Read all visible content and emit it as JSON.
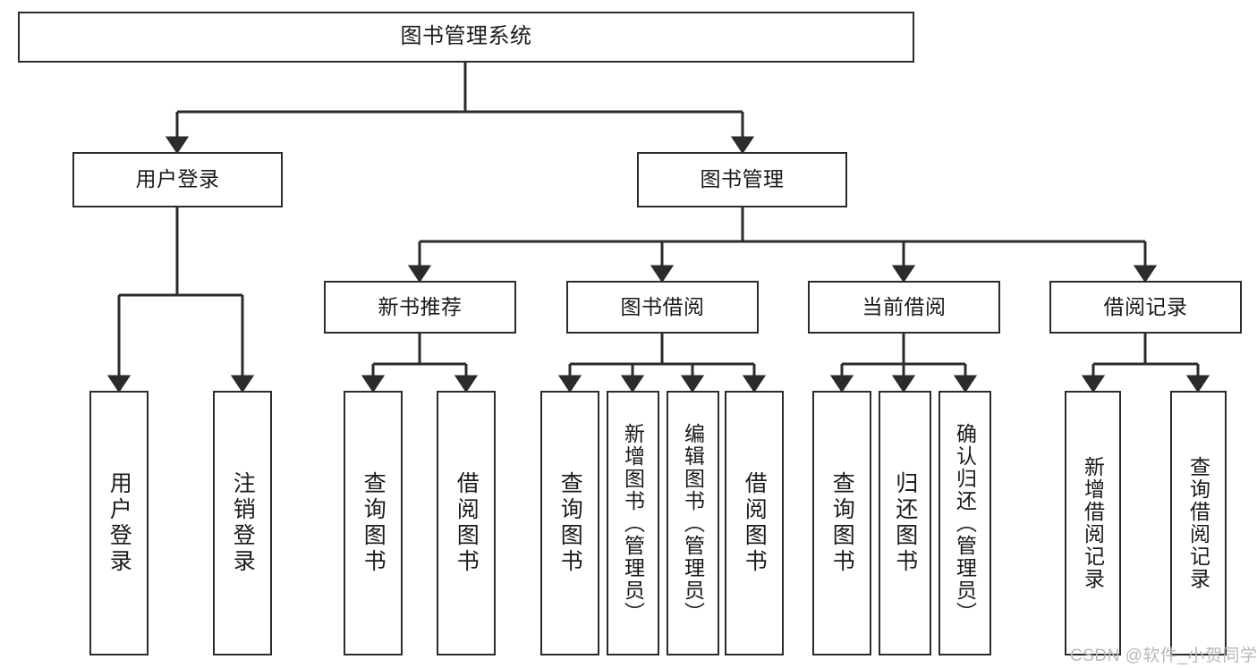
{
  "diagram": {
    "title": "图书管理系统",
    "type": "tree-hierarchy-chart",
    "line_color": "#2b2b2b",
    "text_color": "#1a1a1a",
    "background": "#ffffff",
    "root": {
      "label": "图书管理系统"
    },
    "level2": [
      {
        "label": "用户登录"
      },
      {
        "label": "图书管理"
      }
    ],
    "level3": [
      {
        "label": "新书推荐"
      },
      {
        "label": "图书借阅"
      },
      {
        "label": "当前借阅"
      },
      {
        "label": "借阅记录"
      }
    ],
    "leaves": [
      {
        "label": "用户登录"
      },
      {
        "label": "注销登录"
      },
      {
        "label": "查询图书"
      },
      {
        "label": "借阅图书"
      },
      {
        "label": "查询图书"
      },
      {
        "label": "新增图书（管理员）"
      },
      {
        "label": "编辑图书（管理员）"
      },
      {
        "label": "借阅图书"
      },
      {
        "label": "查询图书"
      },
      {
        "label": "归还图书"
      },
      {
        "label": "确认归还（管理员）"
      },
      {
        "label": "新增借阅记录"
      },
      {
        "label": "查询借阅记录"
      }
    ]
  },
  "watermark": {
    "text": "CSDN @软件_小贺同学"
  }
}
